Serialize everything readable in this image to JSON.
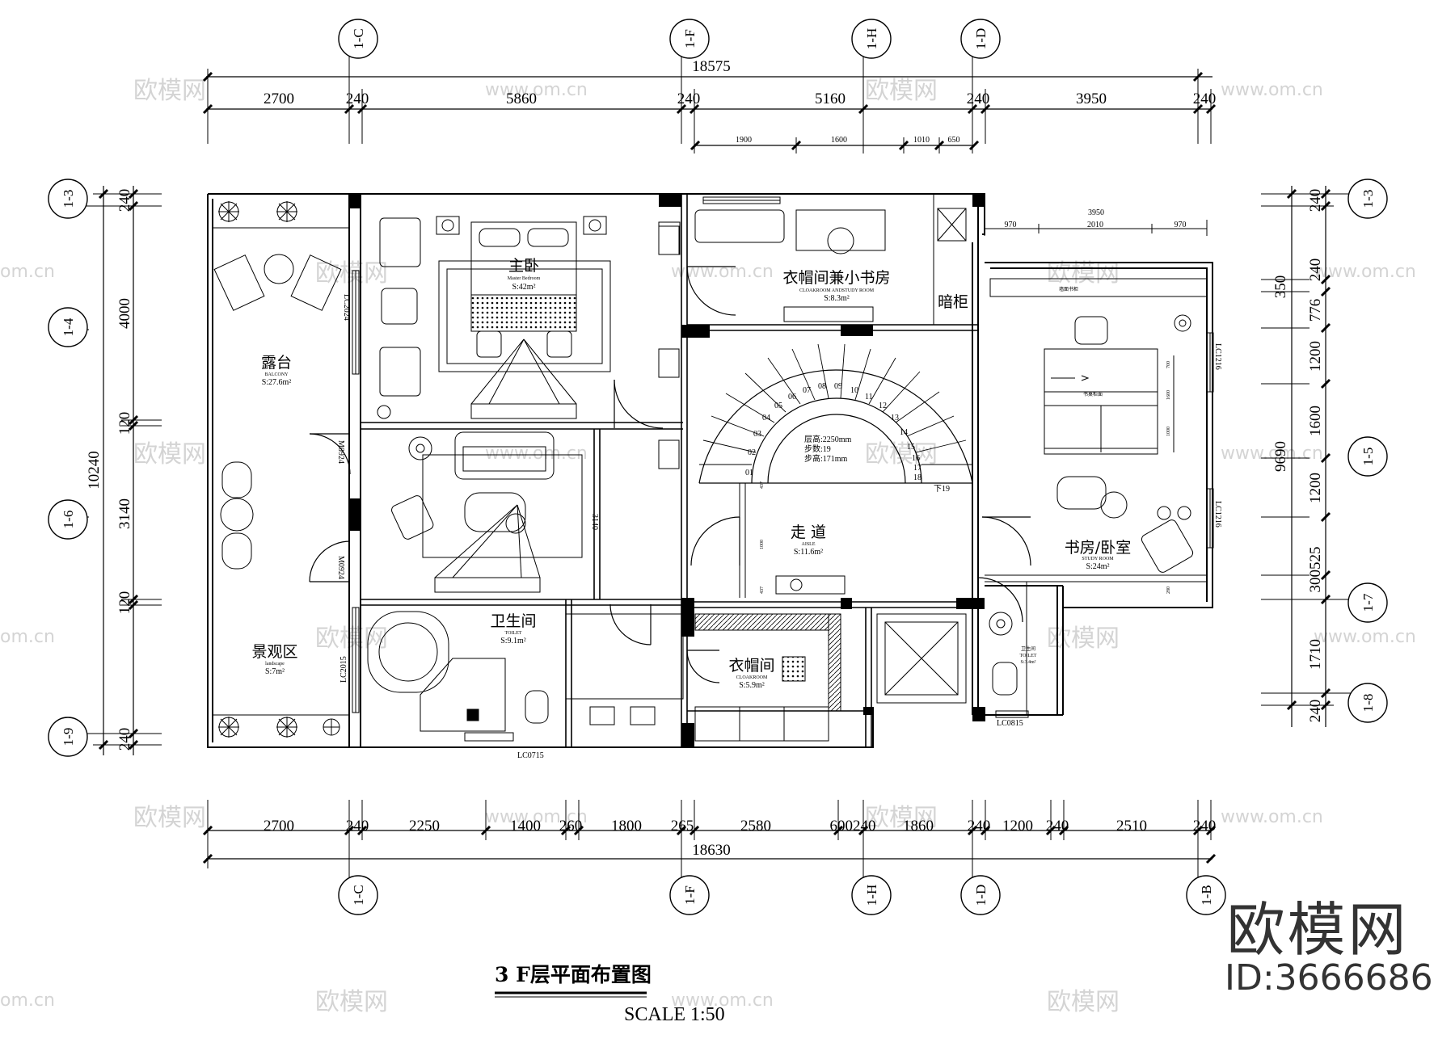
{
  "drawing": {
    "title": "3 F层平面布置图",
    "scale": "SCALE 1:50"
  },
  "logo": {
    "brand": "欧模网",
    "id_text": "ID:3666686"
  },
  "watermark": {
    "cn": "欧模网",
    "url": "www.om.cn",
    "url_short": "om.cn"
  },
  "dims_top": {
    "total": "18575",
    "segments": [
      "2700",
      "240",
      "5860",
      "240",
      "5160",
      "240",
      "3950",
      "240"
    ],
    "sub": [
      "1900",
      "1600",
      "1010",
      "650"
    ]
  },
  "dims_bottom": {
    "total": "18630",
    "segments": [
      "2700",
      "240",
      "2250",
      "1400",
      "260",
      "1800",
      "265",
      "2580",
      "600240",
      "1860",
      "240",
      "1200",
      "240",
      "2510",
      "240"
    ]
  },
  "dims_left": {
    "total": "10240",
    "segments": [
      "240",
      "4000",
      "120",
      "3140",
      "120",
      "240"
    ]
  },
  "dims_right": {
    "total": "9690",
    "segments": [
      "240",
      "350",
      "240",
      "776",
      "1200",
      "1600",
      "1200",
      "300525",
      "1710",
      "240"
    ]
  },
  "inner_dims": {
    "right_wing_top": "3950",
    "right_wing_sub": [
      "970",
      "2010",
      "970"
    ],
    "mid_3140": "3140",
    "stair_w": [
      "437",
      "1000",
      "437"
    ],
    "study_v": [
      "700",
      "1600",
      "1000",
      "280"
    ]
  },
  "grid_top": [
    "1-C",
    "1-F",
    "1-H",
    "1-D"
  ],
  "grid_bottom": [
    "1-C",
    "1-F",
    "1-H",
    "1-D",
    "1-B"
  ],
  "grid_left": [
    "1-3",
    "1-4",
    "1-6",
    "1-9"
  ],
  "grid_right": [
    "1-3",
    "1-5",
    "1-7",
    "1-8"
  ],
  "rooms": {
    "balcony": {
      "cn": "露台",
      "en": "BALCONY",
      "area": "S:27.6m²"
    },
    "landscape": {
      "cn": "景观区",
      "en": "landscape",
      "area": "S:7m²"
    },
    "master": {
      "cn": "主卧",
      "en": "Master Bedroom",
      "area": "S:42m²"
    },
    "cloak_study": {
      "cn": "衣帽间兼小书房",
      "en": "CLOAKROOM ANDSTUDY ROOM",
      "area": "S:8.3m²"
    },
    "cabinet": {
      "cn": "暗柜"
    },
    "toilet": {
      "cn": "卫生间",
      "en": "TOILET",
      "area": "S:9.1m²"
    },
    "aisle": {
      "cn": "走 道",
      "en": "AISLE",
      "area": "S:11.6m²"
    },
    "cloakroom": {
      "cn": "衣帽间",
      "en": "CLOAKROOM",
      "area": "S:5.9m²"
    },
    "study": {
      "cn": "书房/卧室",
      "en": "STUDY ROOM",
      "area": "S:24m²"
    },
    "toilet2": {
      "cn": "卫生间",
      "en": "TOILET",
      "area": "S:3.4m²"
    }
  },
  "stair": {
    "info1": "层高:2250mm",
    "info2": "步数:19",
    "info3": "步高:171mm",
    "down": "下19",
    "steps": [
      "01",
      "02",
      "03",
      "04",
      "05",
      "06",
      "07",
      "08",
      "09",
      "10",
      "11",
      "12",
      "13",
      "14",
      "15",
      "16",
      "17",
      "18"
    ]
  },
  "openings": {
    "lc2024": "LC2024",
    "m0924a": "M0924",
    "m0924b": "M0924",
    "lc2015": "LC2015",
    "lc0715": "LC0715",
    "lc0815": "LC0815",
    "lc1216a": "LC1216",
    "lc1216b": "LC1216"
  },
  "labels": {
    "bookcase": "墙面书柜",
    "desk": "书桌柜面"
  }
}
